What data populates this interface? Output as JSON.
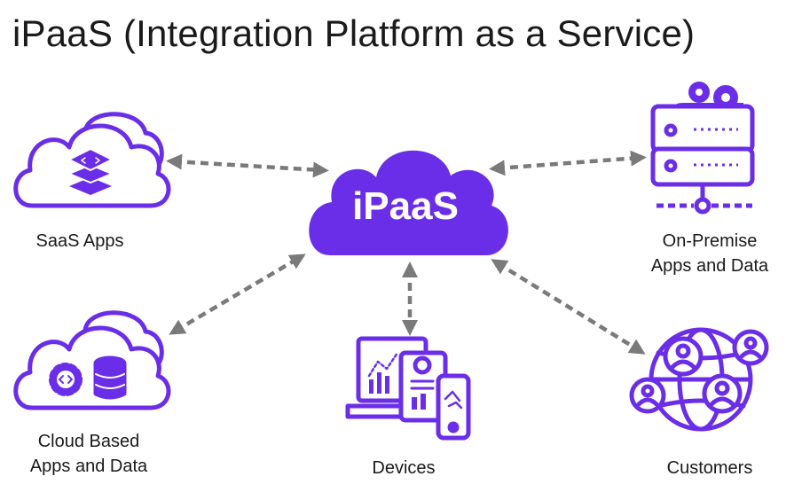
{
  "title": "iPaaS (Integration Platform as a Service)",
  "hub": {
    "label": "iPaaS"
  },
  "nodes": {
    "saas": {
      "label": "SaaS Apps",
      "icon": "cloud-layers-icon"
    },
    "onprem": {
      "lines": [
        "On-Premise",
        "Apps and Data"
      ],
      "icon": "server-gears-icon"
    },
    "cloud": {
      "lines": [
        "Cloud Based",
        "Apps and Data"
      ],
      "icon": "cloud-gear-database-icon"
    },
    "devices": {
      "label": "Devices",
      "icon": "devices-icon"
    },
    "customers": {
      "label": "Customers",
      "icon": "globe-users-icon"
    }
  },
  "colors": {
    "accent": "#6b2ee8",
    "connector": "#7a7a7a",
    "text": "#1a1a1a"
  }
}
